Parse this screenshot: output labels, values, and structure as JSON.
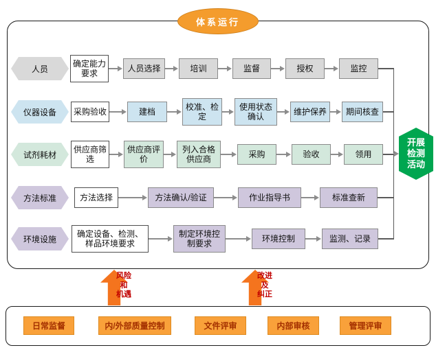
{
  "top": {
    "label": "体系运行"
  },
  "rows": [
    {
      "category": "人员",
      "steps": [
        "确定能力要求",
        "人员选择",
        "培训",
        "监督",
        "授权",
        "监控"
      ]
    },
    {
      "category": "仪器设备",
      "steps": [
        "采购验收",
        "建档",
        "校准、检定",
        "使用状态确认",
        "维护保养",
        "期间核查"
      ]
    },
    {
      "category": "试剂耗材",
      "steps": [
        "供应商筛选",
        "供应商评价",
        "列入合格供应商",
        "采购",
        "验收",
        "领用"
      ]
    },
    {
      "category": "方法标准",
      "steps": [
        "方法选择",
        "方法确认/验证",
        "作业指导书",
        "标准查新"
      ]
    },
    {
      "category": "环境设施",
      "steps": [
        "确定设备、检测、样品环境要求",
        "制定环境控制要求",
        "环境控制",
        "监测、记录"
      ]
    }
  ],
  "result": {
    "label": "开展\n检测\n活动"
  },
  "feedback": [
    {
      "label": "风险\n和\n机遇"
    },
    {
      "label": "改进\n及\n纠正"
    }
  ],
  "bottom": {
    "items": [
      "日常监督",
      "内/外部质量控制",
      "文件评审",
      "内部审核",
      "管理评审"
    ]
  },
  "colors": {
    "accent_orange": "#F49C2D",
    "arrow_orange": "#F4741E",
    "result_green": "#00A650",
    "feedback_text_red": "#C00000",
    "row_personnel": "#D9D9D9",
    "row_equipment": "#CDE4F0",
    "row_reagents": "#D3E8DC",
    "row_methods": "#CFC7DD",
    "row_environment": "#CFC7DD"
  }
}
